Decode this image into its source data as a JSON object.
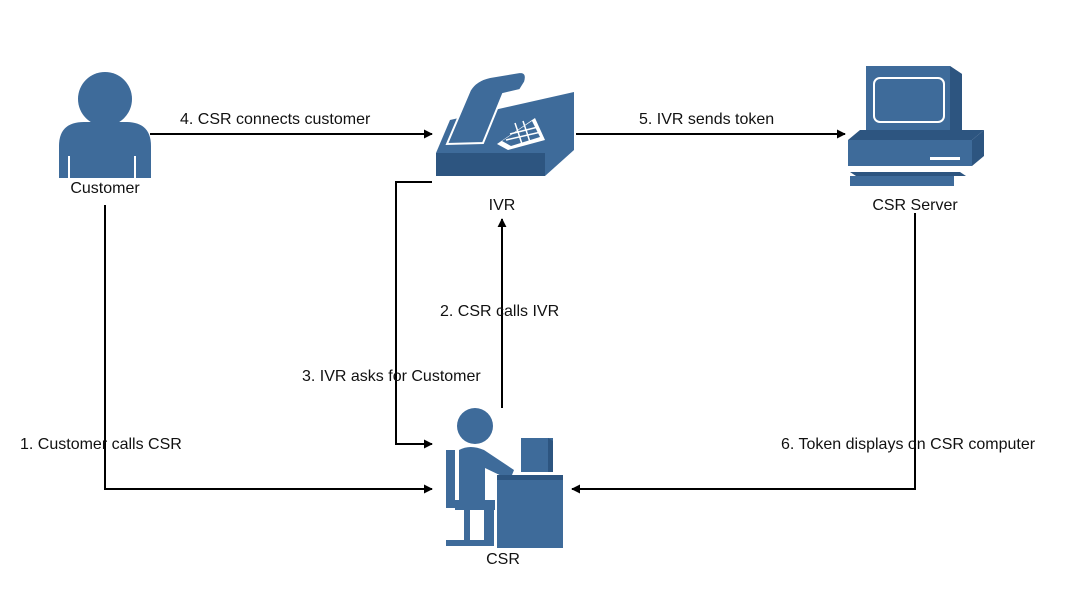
{
  "colors": {
    "icon": "#3e6b9a",
    "icon_dark": "#2d5580",
    "line": "#000000",
    "text": "#111111"
  },
  "nodes": {
    "customer": {
      "label": "Customer",
      "icon": "person-icon"
    },
    "ivr": {
      "label": "IVR",
      "icon": "telephone-icon"
    },
    "server": {
      "label": "CSR Server",
      "icon": "computer-icon"
    },
    "csr": {
      "label": "CSR",
      "icon": "person-at-desk-icon"
    }
  },
  "edges": [
    {
      "label": "1. Customer calls CSR",
      "from": "customer",
      "to": "csr"
    },
    {
      "label": "2. CSR calls IVR",
      "from": "csr",
      "to": "ivr"
    },
    {
      "label": "3. IVR asks for Customer",
      "from": "ivr",
      "to": "csr"
    },
    {
      "label": "4. CSR connects customer",
      "from": "customer",
      "to": "ivr"
    },
    {
      "label": "5. IVR sends token",
      "from": "ivr",
      "to": "server"
    },
    {
      "label": "6. Token displays on CSR computer",
      "from": "server",
      "to": "csr"
    }
  ]
}
